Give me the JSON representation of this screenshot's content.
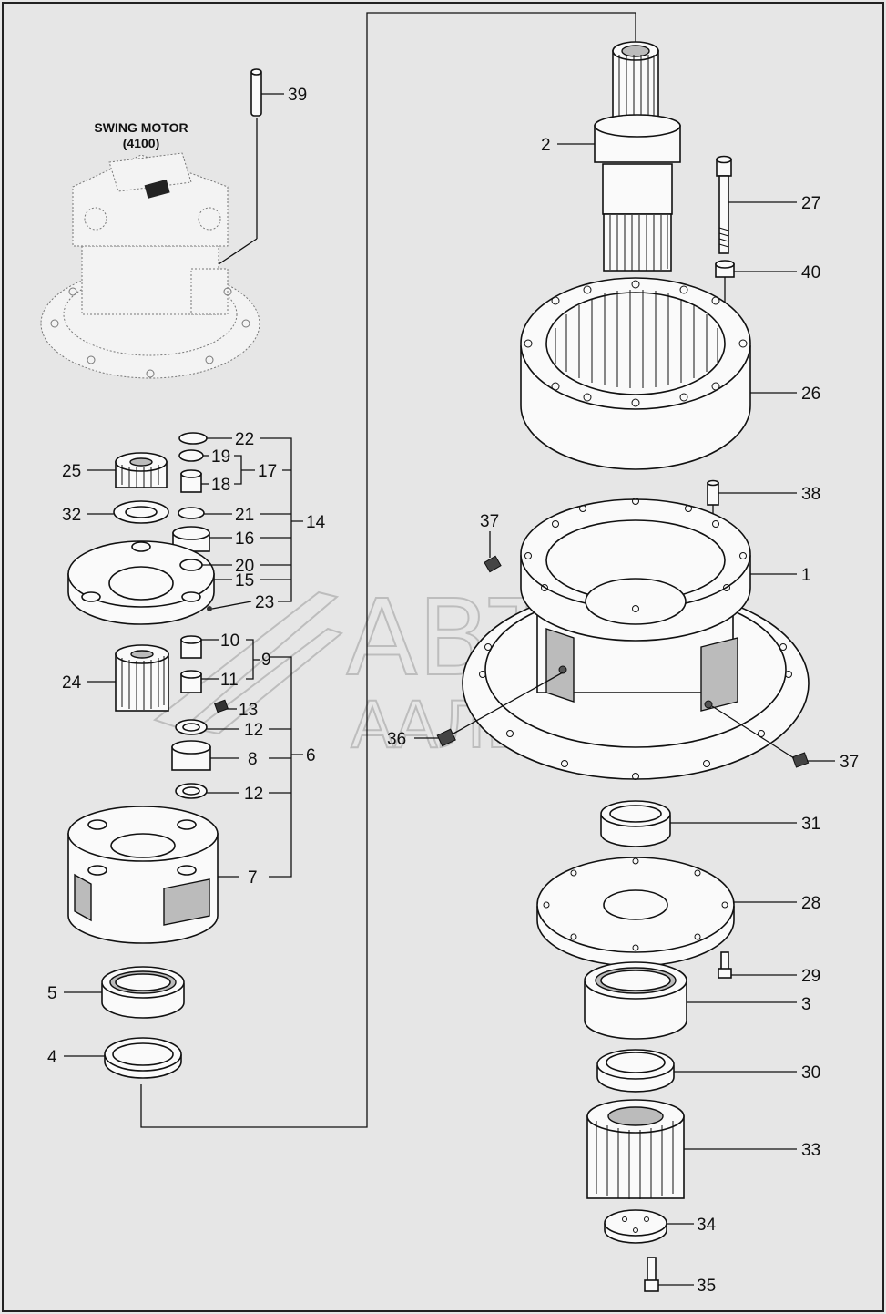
{
  "assembly": {
    "title_line1": "SWING MOTOR",
    "title_line2": "(4100)"
  },
  "watermark": {
    "line1": "АВТО",
    "line2": "ААЛЬЯНС"
  },
  "callouts": {
    "c1": "1",
    "c2": "2",
    "c3": "3",
    "c4": "4",
    "c5": "5",
    "c6": "6",
    "c7": "7",
    "c8": "8",
    "c9": "9",
    "c10": "10",
    "c11": "11",
    "c12a": "12",
    "c12b": "12",
    "c13": "13",
    "c14": "14",
    "c15": "15",
    "c16": "16",
    "c17": "17",
    "c18": "18",
    "c19": "19",
    "c20": "20",
    "c21": "21",
    "c22": "22",
    "c23": "23",
    "c24": "24",
    "c25": "25",
    "c26": "26",
    "c27": "27",
    "c28": "28",
    "c29": "29",
    "c30": "30",
    "c31": "31",
    "c32": "32",
    "c33": "33",
    "c34": "34",
    "c35": "35",
    "c36": "36",
    "c37a": "37",
    "c37b": "37",
    "c38": "38",
    "c39": "39",
    "c40": "40"
  }
}
